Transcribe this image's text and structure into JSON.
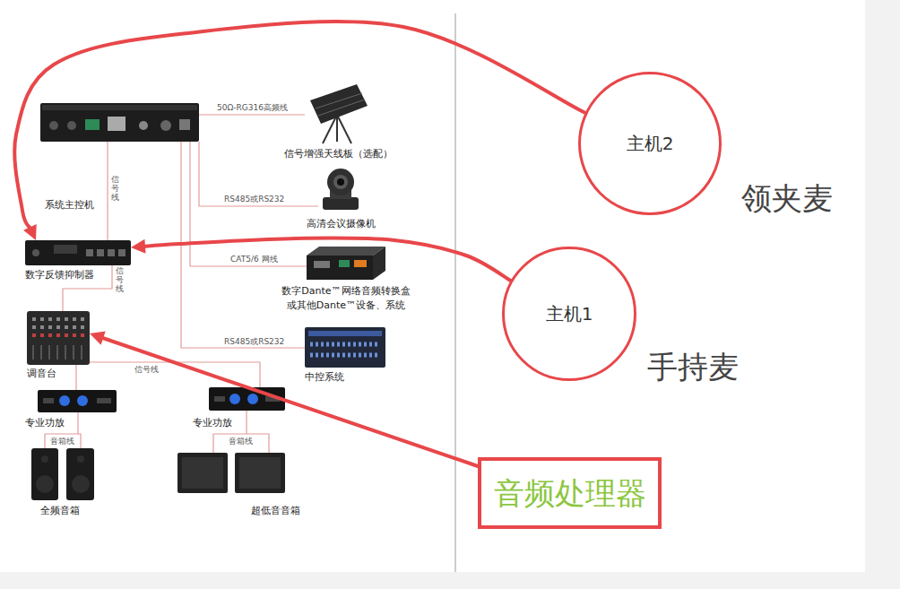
{
  "diagram": {
    "nodes": [
      {
        "text": [
          "系统主控机"
        ]
      },
      {
        "text": [
          "信号增强天线板（选配）"
        ]
      },
      {
        "text": [
          "高清会议摄像机"
        ]
      },
      {
        "text": [
          "主机2"
        ]
      },
      {
        "text": [
          "数字反馈抑制器"
        ]
      },
      {
        "text": [
          "数字Dante™网络音频转换盒 或其他Dante™设备、系统"
        ]
      },
      {
        "text": [
          "主机1"
        ]
      },
      {
        "text": [
          "调音台"
        ]
      },
      {
        "text": [
          "中控系统"
        ]
      },
      {
        "text": [
          "专业功放"
        ]
      },
      {
        "text": [
          "专业功放"
        ]
      },
      {
        "text": [
          "音频处理器"
        ]
      },
      {
        "text": [
          "全频音箱"
        ]
      },
      {
        "text": [
          "超低音音箱"
        ]
      }
    ],
    "edges": [
      {
        "from": 0,
        "to": 1,
        "label": "50Ω-RG316高频线",
        "arrow": "none"
      },
      {
        "from": 0,
        "to": 2,
        "label": "RS485或RS232",
        "arrow": "none"
      },
      {
        "from": 0,
        "to": 5,
        "label": "CAT5/6 网线",
        "arrow": "none"
      },
      {
        "from": 0,
        "to": 8,
        "label": "RS485或RS232",
        "arrow": "none"
      },
      {
        "from": 0,
        "to": 4,
        "label": "信号线",
        "arrow": "none"
      },
      {
        "from": 4,
        "to": 7,
        "label": "信号线",
        "arrow": "none"
      },
      {
        "from": 7,
        "to": 9,
        "arrow": "none"
      },
      {
        "from": 7,
        "to": 10,
        "label": "信号线",
        "arrow": "none"
      },
      {
        "from": 9,
        "to": 12,
        "label": "音箱线",
        "arrow": "none"
      },
      {
        "from": 10,
        "to": 13,
        "label": "音箱线",
        "arrow": "none"
      },
      {
        "from": 3,
        "to": 4,
        "arrow": "to"
      },
      {
        "from": 6,
        "to": 4,
        "arrow": "to"
      },
      {
        "from": 11,
        "to": 7,
        "arrow": "to"
      }
    ],
    "labels": [
      "领夹麦",
      "手持麦"
    ]
  }
}
